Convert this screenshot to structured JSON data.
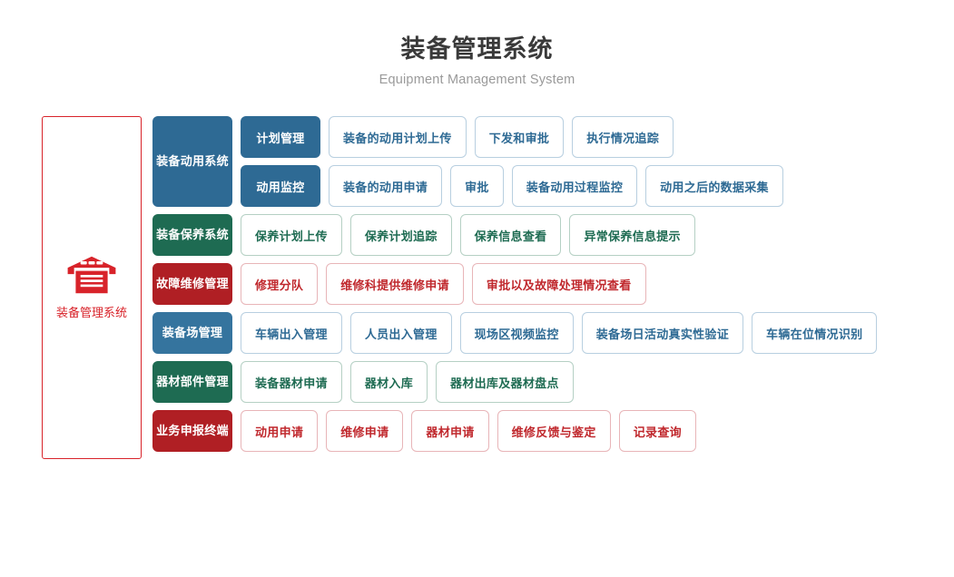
{
  "header": {
    "title": "装备管理系统",
    "subtitle": "Equipment Management System"
  },
  "root": {
    "icon": "warehouse-icon",
    "label": "装备管理系统",
    "color": "#d8232a"
  },
  "rows": [
    {
      "category": "装备动用系统",
      "theme": "blue",
      "accent": "#2e6a94",
      "subrows": [
        {
          "sub": "计划管理",
          "leaves": [
            "装备的动用计划上传",
            "下发和审批",
            "执行情况追踪"
          ]
        },
        {
          "sub": "动用监控",
          "leaves": [
            "装备的动用申请",
            "审批",
            "装备动用过程监控",
            "动用之后的数据采集"
          ]
        }
      ]
    },
    {
      "category": "装备保养系统",
      "theme": "green",
      "accent": "#1e6b52",
      "subrows": [
        {
          "sub": null,
          "leaves": [
            "保养计划上传",
            "保养计划追踪",
            "保养信息查看",
            "异常保养信息提示"
          ]
        }
      ]
    },
    {
      "category": "故障维修管理",
      "theme": "red",
      "accent": "#b01f24",
      "subrows": [
        {
          "sub": null,
          "leaves": [
            "修理分队",
            "维修科提供维修申请",
            "审批以及故障处理情况查看"
          ]
        }
      ]
    },
    {
      "category": "装备场管理",
      "theme": "blue2",
      "accent": "#35749e",
      "subrows": [
        {
          "sub": null,
          "leaves": [
            "车辆出入管理",
            "人员出入管理",
            "现场区视频监控",
            "装备场日活动真实性验证",
            "车辆在位情况识别"
          ]
        }
      ]
    },
    {
      "category": "器材部件管理",
      "theme": "green",
      "accent": "#1e6b52",
      "subrows": [
        {
          "sub": null,
          "leaves": [
            "装备器材申请",
            "器材入库",
            "器材出库及器材盘点"
          ]
        }
      ]
    },
    {
      "category": "业务申报终端",
      "theme": "red",
      "accent": "#b01f24",
      "subrows": [
        {
          "sub": null,
          "leaves": [
            "动用申请",
            "维修申请",
            "器材申请",
            "维修反馈与鉴定",
            "记录查询"
          ]
        }
      ]
    }
  ]
}
